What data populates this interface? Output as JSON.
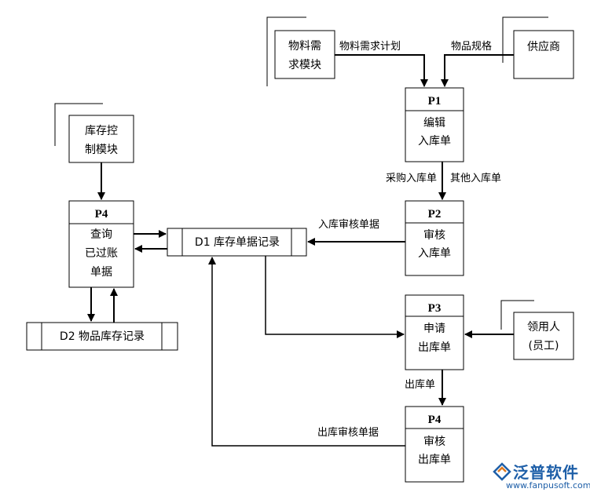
{
  "external_entities": {
    "material_demand_module": "物料需求模块",
    "supplier": "供应商",
    "inventory_control_module": "库存控制模块",
    "recipient": [
      "领用人",
      "(员工)"
    ]
  },
  "processes": {
    "p1": {
      "id": "P1",
      "line1": "编辑",
      "line2": "入库单"
    },
    "p2": {
      "id": "P2",
      "line1": "审核",
      "line2": "入库单"
    },
    "p3": {
      "id": "P3",
      "line1": "申请",
      "line2": "出库单"
    },
    "p4_audit": {
      "id": "P4",
      "line1": "审核",
      "line2": "出库单"
    },
    "p4_query": {
      "id": "P4",
      "line1": "查询",
      "line2": "已过账",
      "line3": "单据"
    }
  },
  "data_stores": {
    "d1": "D1 库存单据记录",
    "d2": "D2 物品库存记录"
  },
  "flows": {
    "material_demand_plan": "物料需求计划",
    "item_spec": "物品规格",
    "purchase_receipt": "采购入库单",
    "other_receipt": "其他入库单",
    "receipt_audit_doc": "入库审核单据",
    "outbound_doc": "出库单",
    "outbound_audit_doc": "出库审核单据"
  },
  "logo": {
    "name": "泛普软件",
    "url": "www.fanpusoft.com",
    "color": "#1e5fa8"
  }
}
